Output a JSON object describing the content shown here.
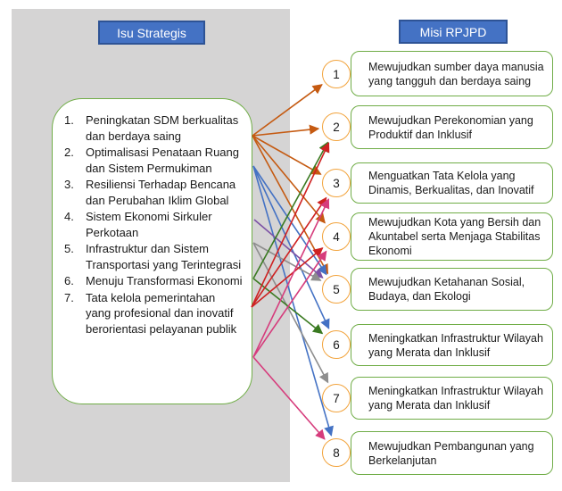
{
  "left_panel": {
    "header": "Isu Strategis",
    "issues": [
      {
        "num": "1.",
        "text": "Peningkatan SDM berkualitas dan berdaya saing",
        "color": "#c55a11"
      },
      {
        "num": "2.",
        "text": "Optimalisasi Penataan Ruang dan Sistem Permukiman",
        "color": "#4472c4"
      },
      {
        "num": "3.",
        "text": "Resiliensi Terhadap Bencana dan Perubahan Iklim Global",
        "color": "#7c52a5"
      },
      {
        "num": "4.",
        "text": "Sistem Ekonomi Sirkuler Perkotaan",
        "color": "#8e8e8e"
      },
      {
        "num": "5.",
        "text": "Infrastruktur dan Sistem Transportasi yang Terintegrasi",
        "color": "#3a7a21"
      },
      {
        "num": "6.",
        "text": "Menuju Transformasi Ekonomi",
        "color": "#ce2222"
      },
      {
        "num": "7.",
        "text": "Tata kelola pemerintahan yang profesional dan inovatif berorientasi pelayanan publik",
        "color": "#d63c7c"
      }
    ]
  },
  "right_panel": {
    "header": "Misi RPJPD",
    "missions": [
      {
        "num": "1",
        "text": "Mewujudkan sumber daya manusia yang tangguh dan berdaya saing"
      },
      {
        "num": "2",
        "text": "Mewujudkan Perekonomian yang Produktif dan Inklusif"
      },
      {
        "num": "3",
        "text": "Menguatkan Tata Kelola yang Dinamis, Berkualitas, dan Inovatif"
      },
      {
        "num": "4",
        "text": "Mewujudkan Kota yang Bersih dan Akuntabel serta Menjaga Stabilitas Ekonomi"
      },
      {
        "num": "5",
        "text": "Mewujudkan Ketahanan Sosial, Budaya, dan Ekologi"
      },
      {
        "num": "6",
        "text": "Meningkatkan Infrastruktur Wilayah yang Merata dan Inklusif"
      },
      {
        "num": "7",
        "text": "Meningkatkan Infrastruktur Wilayah yang Merata dan Inklusif"
      },
      {
        "num": "8",
        "text": "Mewujudkan Pembangunan yang Berkelanjutan"
      }
    ]
  },
  "connections": [
    {
      "from": 1,
      "to": [
        1,
        2,
        3,
        4,
        5
      ]
    },
    {
      "from": 2,
      "to": [
        5,
        6,
        8
      ]
    },
    {
      "from": 3,
      "to": [
        5
      ]
    },
    {
      "from": 4,
      "to": [
        5,
        7
      ]
    },
    {
      "from": 5,
      "to": [
        2,
        6
      ]
    },
    {
      "from": 6,
      "to": [
        2,
        3,
        4
      ]
    },
    {
      "from": 7,
      "to": [
        3,
        4,
        8
      ]
    }
  ],
  "colors": {
    "header_bg": "#4472c4",
    "header_border": "#2e5395",
    "box_border": "#70ad47",
    "circle_border": "#f2a33c",
    "panel_bg": "#d5d4d4"
  }
}
